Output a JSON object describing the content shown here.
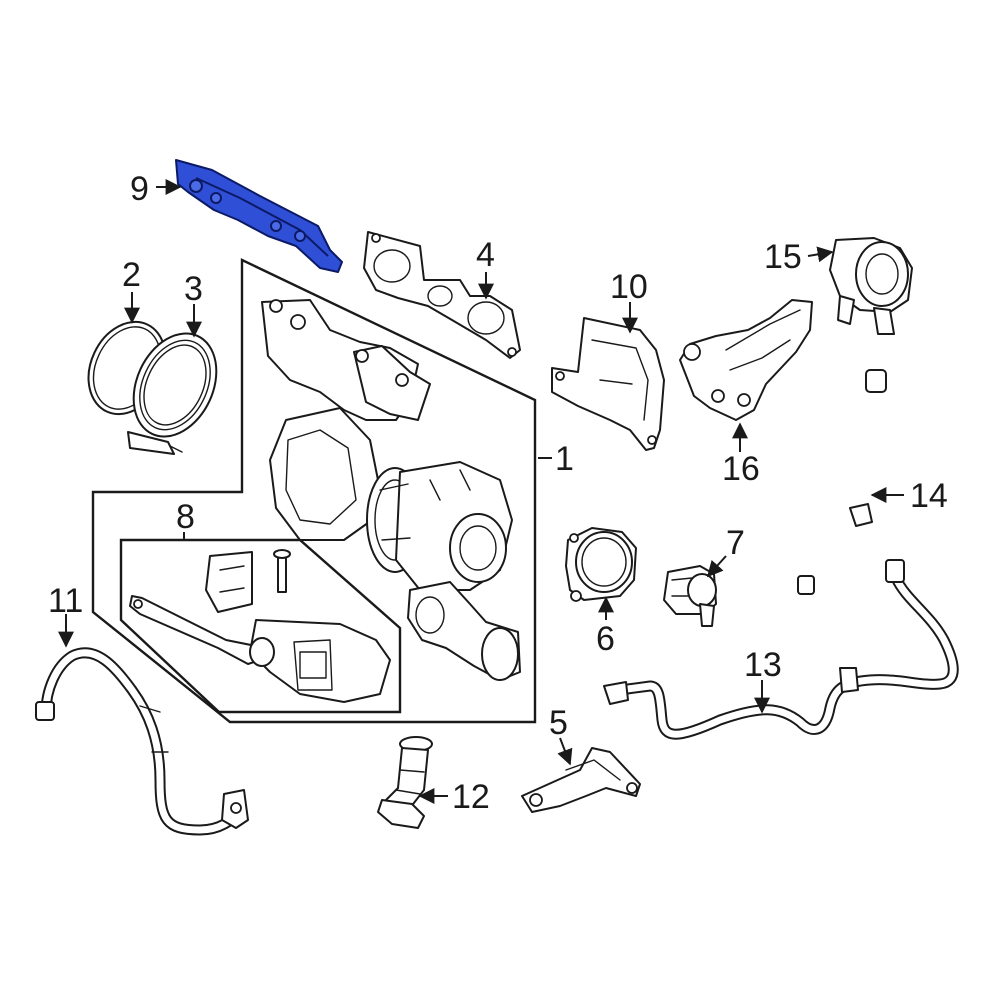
{
  "colors": {
    "line": "#1a1a1a",
    "background": "#ffffff",
    "highlight_fill": "#2e4fd6",
    "highlight_stroke": "#0c1a66"
  },
  "highlighted_part": "9",
  "callouts": {
    "c1": "1",
    "c2": "2",
    "c3": "3",
    "c4": "4",
    "c5": "5",
    "c6": "6",
    "c7": "7",
    "c8": "8",
    "c9": "9",
    "c10": "10",
    "c11": "11",
    "c12": "12",
    "c13": "13",
    "c14": "14",
    "c15": "15",
    "c16": "16"
  },
  "icons": [
    "arrowhead-icon"
  ]
}
